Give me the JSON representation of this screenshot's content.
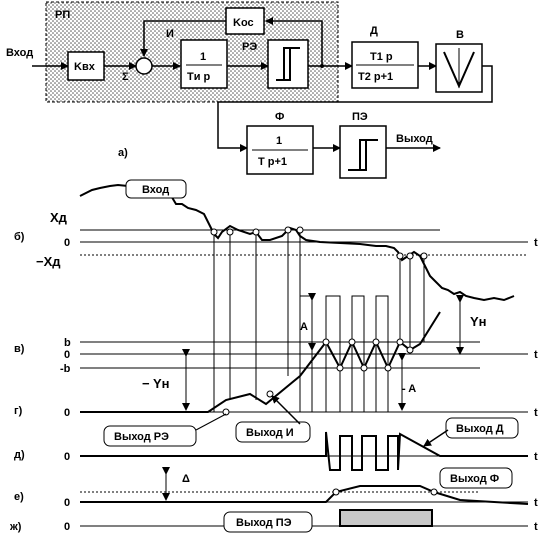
{
  "diagram": {
    "block_labels": {
      "rp": "РП",
      "input": "Вход",
      "kvx": "Kвх",
      "sigma": "Σ",
      "koc": "Kос",
      "i_label": "И",
      "integrator_num": "1",
      "integrator_den": "Tи p",
      "re_label": "РЭ",
      "d_label": "Д",
      "d_num": "T1 p",
      "d_den": "T2 p+1",
      "v_label": "В",
      "f_label": "Ф",
      "f_num": "1",
      "f_den": "T p+1",
      "pe_label": "ПЭ",
      "output": "Выход",
      "part_a": "а)"
    },
    "timing": {
      "row_labels": [
        "б)",
        "в)",
        "г)",
        "д)",
        "е)",
        "ж)"
      ],
      "xd": "Xд",
      "minus_xd": "−Xд",
      "zero": "0",
      "b": "b",
      "minus_b": "-b",
      "yn": "Yн",
      "minus_yn": "− Yн",
      "a": "A",
      "minus_a": "- A",
      "delta": "Δ",
      "t": "t",
      "callouts": {
        "input": "Вход",
        "out_re": "Выход РЭ",
        "out_i": "Выход И",
        "out_d": "Выход Д",
        "out_f": "Выход Ф",
        "out_pe": "Выход ПЭ"
      }
    }
  }
}
